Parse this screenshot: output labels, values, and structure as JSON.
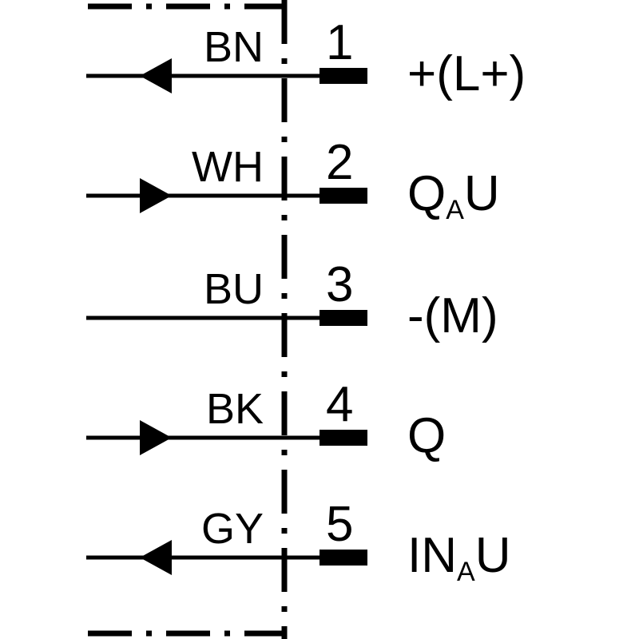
{
  "pins": [
    {
      "number": "1",
      "wire": "BN",
      "direction": "in",
      "func_main": "+(L+)",
      "func_sub": "",
      "func_tail": ""
    },
    {
      "number": "2",
      "wire": "WH",
      "direction": "out",
      "func_main": "Q",
      "func_sub": "A",
      "func_tail": "U"
    },
    {
      "number": "3",
      "wire": "BU",
      "direction": "none",
      "func_main": "-(M)",
      "func_sub": "",
      "func_tail": ""
    },
    {
      "number": "4",
      "wire": "BK",
      "direction": "out",
      "func_main": "Q",
      "func_sub": "",
      "func_tail": ""
    },
    {
      "number": "5",
      "wire": "GY",
      "direction": "in",
      "func_main": "IN",
      "func_sub": "A",
      "func_tail": "U"
    }
  ],
  "colors": {
    "line": "#000000",
    "background": "#ffffff"
  }
}
